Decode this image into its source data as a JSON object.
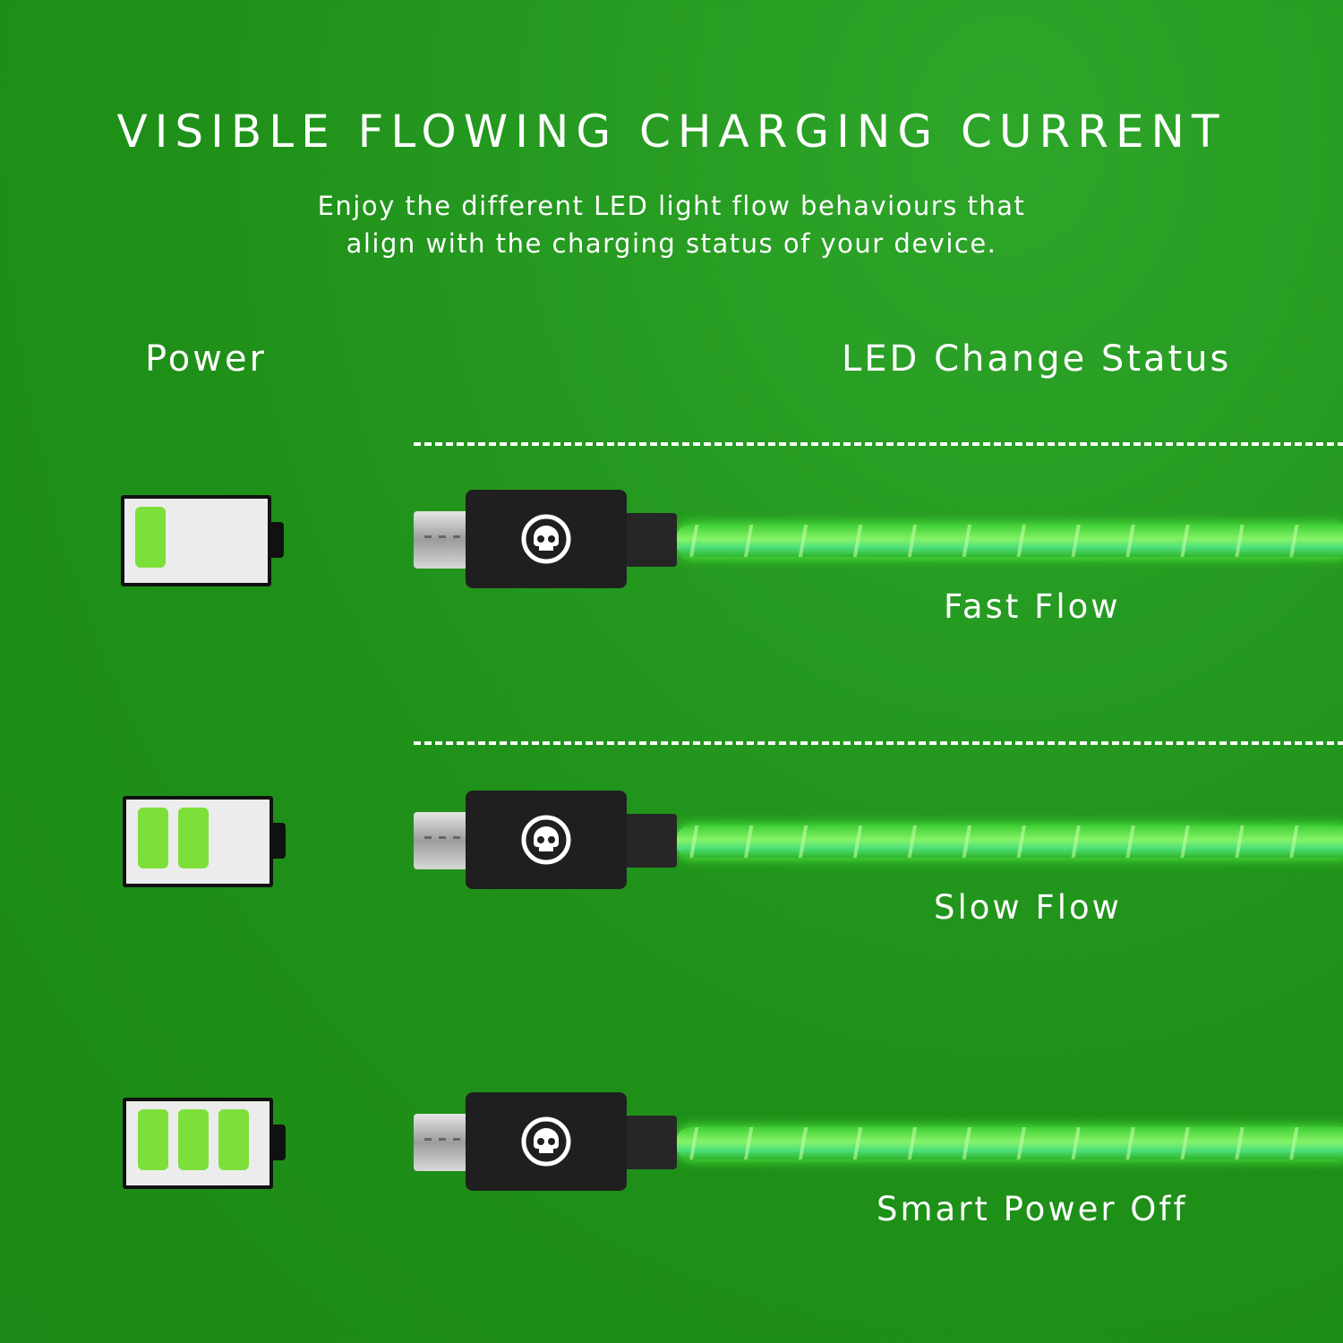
{
  "header": {
    "title": "VISIBLE FLOWING CHARGING CURRENT",
    "subtitle_line1": "Enjoy the different LED light flow behaviours that",
    "subtitle_line2": "align with the charging status of your device."
  },
  "columns": {
    "power": "Power",
    "led": "LED Change Status"
  },
  "rows": [
    {
      "status": "Fast Flow",
      "battery_level": 1,
      "battery_max": 3
    },
    {
      "status": "Slow Flow",
      "battery_level": 2,
      "battery_max": 3
    },
    {
      "status": "Smart Power Off",
      "battery_level": 3,
      "battery_max": 3
    }
  ],
  "colors": {
    "background": "#1f9119",
    "battery_cell": "#7de03a",
    "cable_glow": "#5cff4a",
    "connector": "#1f1f1f"
  },
  "icons": {
    "battery": "battery-icon",
    "cable": "micro-usb-cable-icon",
    "logo": "skull-logo-icon"
  }
}
